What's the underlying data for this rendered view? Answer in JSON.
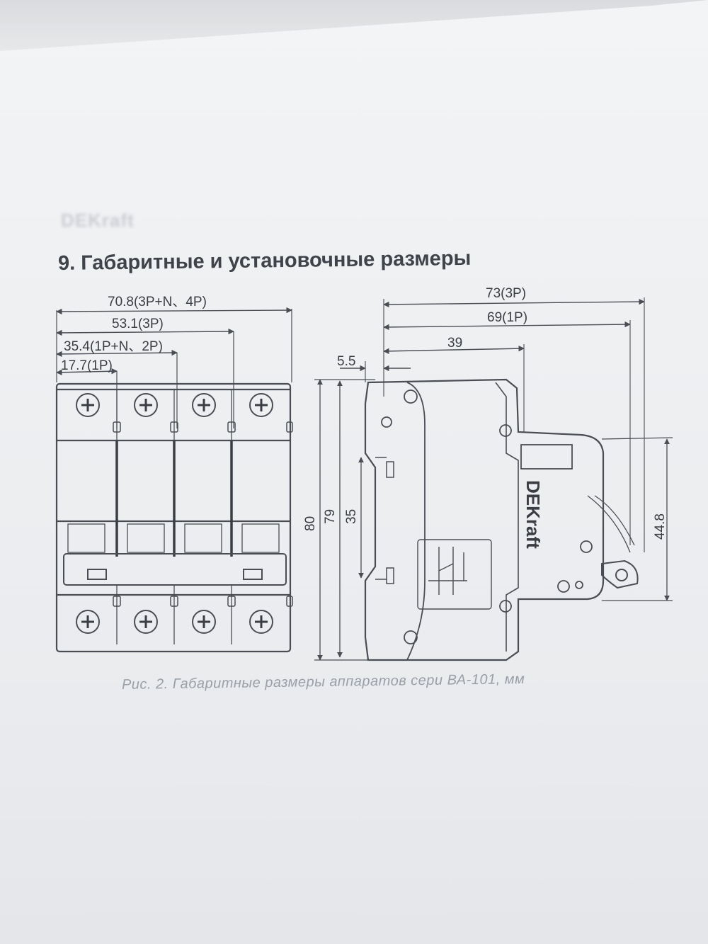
{
  "header": {
    "ghost_text": "DEKraft",
    "section_title": "9. Габаритные и установочные размеры"
  },
  "front_view": {
    "dimensions": {
      "width_4p": "70.8(3P+N、4P)",
      "width_3p": "53.1(3P)",
      "width_2p": "35.4(1P+N、2P)",
      "width_1p": "17.7(1P)"
    }
  },
  "side_view": {
    "dimensions": {
      "depth_3p": "73(3P)",
      "depth_1p": "69(1P)",
      "depth_39": "39",
      "offset_5_5": "5.5",
      "height_80": "80",
      "height_79": "79",
      "rail_35": "35",
      "height_44_8": "44.8"
    },
    "brand": "DEKraft"
  },
  "caption": "Рис. 2. Габаритные размеры аппаратов сери ВА-101, мм"
}
